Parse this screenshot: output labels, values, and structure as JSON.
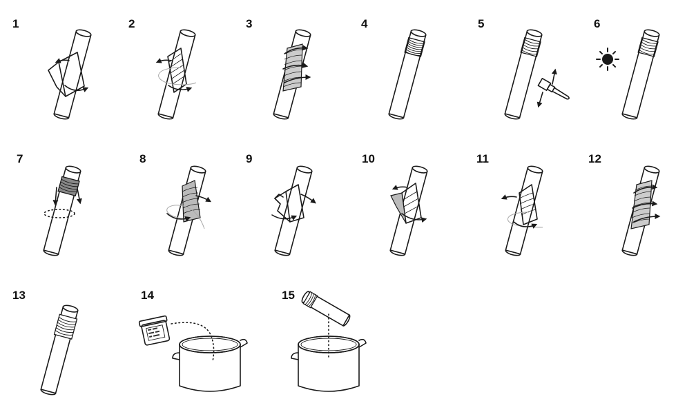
{
  "steps": [
    {
      "num": "1"
    },
    {
      "num": "2"
    },
    {
      "num": "3"
    },
    {
      "num": "4"
    },
    {
      "num": "5"
    },
    {
      "num": "6"
    },
    {
      "num": "7"
    },
    {
      "num": "8"
    },
    {
      "num": "9"
    },
    {
      "num": "10"
    },
    {
      "num": "11"
    },
    {
      "num": "12"
    },
    {
      "num": "13"
    },
    {
      "num": "14"
    },
    {
      "num": "15"
    }
  ],
  "jar_label": "",
  "icons": {
    "sun": "sun-icon",
    "brush": "paintbrush-icon",
    "arrow": "arrow-icon",
    "pot": "cooking-pot-icon",
    "jar": "jar-icon"
  },
  "colors": {
    "line": "#1a1a1a",
    "background": "#ffffff",
    "thread": "#aaaaaa"
  }
}
